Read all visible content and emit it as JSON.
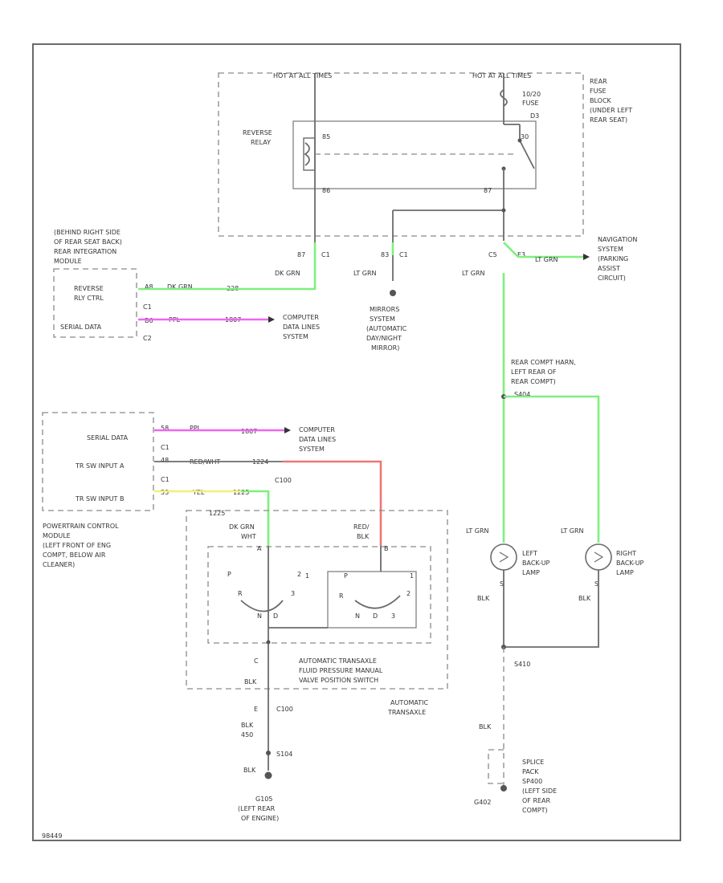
{
  "relay_block": {
    "hot_left": "HOT AT ALL TIMES",
    "hot_right": "HOT AT ALL TIMES",
    "relay_name": [
      "REVERSE",
      "RELAY"
    ],
    "term_85": "85",
    "term_30": "30",
    "term_86": "86",
    "term_87": "87",
    "fuse": [
      "10/20",
      "FUSE"
    ],
    "fuse_pin": "D3"
  },
  "fuse_block_label": [
    "REAR",
    "FUSE",
    "BLOCK",
    "(UNDER LEFT",
    "REAR SEAT)"
  ],
  "rim": {
    "title": [
      "(BEHIND RIGHT SIDE",
      "OF REAR SEAT BACK)",
      "REAR INTEGRATION",
      "MODULE"
    ],
    "reverse": [
      "REVERSE",
      "RLY CTRL"
    ],
    "serial": "SERIAL DATA",
    "pin_a": "A8",
    "pin_b": "B6",
    "conn_c1": "C1",
    "conn_c2": "C2",
    "wire_dkgrn": "DK GRN",
    "circuit_a": "228",
    "wire_ppl": "PPL",
    "circuit_b": "1807"
  },
  "computer_data": [
    "COMPUTER",
    "DATA LINES",
    "SYSTEM"
  ],
  "relay_out": {
    "c87": "87",
    "c1a": "C1",
    "dk_grn": "DK GRN",
    "c83": "83",
    "c1b": "C1",
    "lt_grn": "LT GRN",
    "c5": "C5",
    "lt_grn2": "LT GRN",
    "pin_e3": "E3"
  },
  "mirrors": [
    "MIRRORS",
    "SYSTEM",
    "(AUTOMATIC",
    "DAY/NIGHT",
    "MIRROR)"
  ],
  "nav": {
    "wire": "LT GRN",
    "label": [
      "NAVIGATION",
      "SYSTEM",
      "(PARKING",
      "ASSIST",
      "CIRCUIT)"
    ]
  },
  "harness": {
    "label": [
      "REAR COMPT HARN,",
      "LEFT REAR OF",
      "REAR COMPT)"
    ],
    "splice": "S404"
  },
  "pcm": {
    "serial": "SERIAL DATA",
    "tra": "TR SW INPUT A",
    "trb": "TR SW INPUT B",
    "c1a": "C1",
    "c1b": "C1",
    "pin_58": "58",
    "pin_48": "48",
    "pin_53": "53",
    "ppl": "PPL",
    "c1807": "1807",
    "pin_wire": "RED/WHT",
    "c1224": "1224",
    "ylw": "YEL",
    "ylw_circ": "1225",
    "title": [
      "POWERTRAIN CONTROL",
      "MODULE",
      "(LEFT FRONT OF ENG",
      "COMPT, BELOW AIR",
      "CLEANER)"
    ]
  },
  "c100": "C100",
  "transaxle": {
    "wire_1225": "1225",
    "dk_grn": "DK GRN",
    "dk_grn2": "WHT",
    "red": "RED/",
    "blk": "BLK",
    "c_a": "A",
    "c_b": "B",
    "sw_labels": [
      "P",
      "R",
      "N",
      "D",
      "3",
      "2",
      "1"
    ],
    "pin_c": "C",
    "blk2": "BLK",
    "switch_label": [
      "AUTOMATIC TRANSAXLE",
      "FLUID PRESSURE MANUAL",
      "VALVE POSITION SWITCH"
    ],
    "transaxle_label": [
      "AUTOMATIC",
      "TRANSAXLE"
    ]
  },
  "ground_a": {
    "pin": "E",
    "conn": "C100",
    "blk": "BLK",
    "circ": "450",
    "splice": "S104",
    "blk2": "BLK",
    "g": "G105",
    "loc": [
      "(LEFT REAR",
      "OF ENGINE)"
    ]
  },
  "lamps": {
    "left_wire": "LT GRN",
    "right_wire": "LT GRN",
    "left": [
      "LEFT",
      "BACK-UP",
      "LAMP"
    ],
    "right": [
      "RIGHT",
      "BACK-UP",
      "LAMP"
    ],
    "left_blk": "BLK",
    "right_blk": "BLK",
    "ls": "S",
    "rs": "S",
    "splice": "S410"
  },
  "ground_b": {
    "blk": "BLK",
    "splice": [
      "SPLICE",
      "PACK",
      "SP400",
      "(LEFT SIDE",
      "OF REAR",
      "COMPT)"
    ],
    "g": "G402"
  },
  "footer_id": "98449"
}
